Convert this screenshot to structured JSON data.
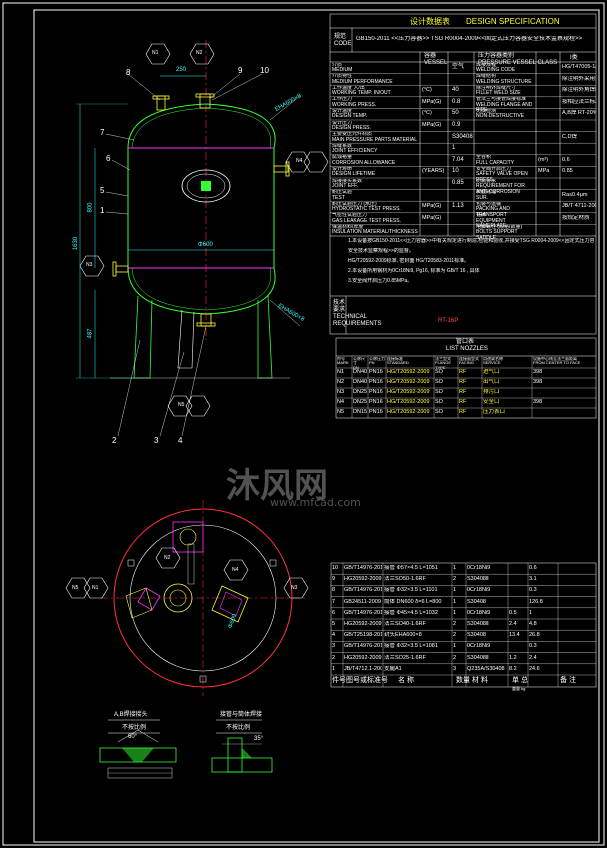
{
  "colors": {
    "background": "#000000",
    "frame": "#ffffff",
    "outline_green": "#33ff33",
    "outline_yellow": "#ffff33",
    "centerline_red": "#ff3333",
    "accent_magenta": "#ff33ff",
    "dim_cyan": "#33ffff"
  },
  "spec": {
    "title_cn": "设计数据表",
    "title_en": "DESIGN SPECIFICATION",
    "code_label": "规范\nCODE",
    "code_value": "GB150-2011 <<压力容器>>    TSG R0004-2009<<固定式压力容器安全技术监察规程>>",
    "col_vessel": "容器\nVESSEL",
    "col_pressure_class": "压力容器类别\nPRESSURE VESSEL CLASS",
    "col_pressure_class_val": "I类",
    "rows": [
      {
        "label": "介质\nMEDIUM",
        "unit": "",
        "value": "空气",
        "label2": "焊接规程\nWELDING CODE",
        "value2": "HG/T47005-1/T4709-2011"
      },
      {
        "label": "介质特性\nMEDIUM PERFORMANCE",
        "unit": "",
        "value": "",
        "label2": "焊缝结构\nWELDING STRUCTURE",
        "value2": "除注明外采用全焊透结构"
      },
      {
        "label": "工作温度 入/出\nWORKING TEMP. IN/OUT",
        "unit": "(°C)",
        "value": "40",
        "label2": "除注明外焊缝尺寸\nFILLET WELD SIZE",
        "value2": "除注明外角焊缝腰高等于两焊件中较薄者之厚度"
      },
      {
        "label": "工作压力\nWORKING PRESS.",
        "unit": "MPa(G)",
        "value": "0.8",
        "label2": "管法兰与接管焊接标准\nWELDING FLANGE AND PIPE",
        "value2": "按相应法兰标准"
      },
      {
        "label": "设计温度\nDESIGN TEMP.",
        "unit": "(°C)",
        "value": "50",
        "label2": "无损检测\nNON-DESTRUCTIVE",
        "value2": "A,B焊 RT-20% 检测技术等级 AB级 合格级别"
      },
      {
        "label": "设计压力\nDESIGN PRESS.",
        "unit": "MPa(G)",
        "value": "0.9",
        "label2": "",
        "value2": ""
      },
      {
        "label": "主要受压元件材质\nMAIN PRESSURE PARTS MATERIAL",
        "unit": "",
        "value": "S30408",
        "label2": "",
        "value2": "C,D焊"
      },
      {
        "label": "焊缝系数\nJOINT EFFICIENCY",
        "unit": "",
        "value": "1",
        "label2": "",
        "value2": ""
      },
      {
        "label": "腐蚀裕量\nCORROSION ALLOWANCE",
        "unit": "",
        "value": "7.04",
        "label2": "全容积\nFULL CAPACITY",
        "unit2": "(m³)",
        "value2": "0.6"
      },
      {
        "label": "设计寿命\nDESIGN LIFETIME",
        "unit": "(YEARS)",
        "value": "10",
        "label2": "安全阀开启压力\nSAFETY VALVE OPEN PRESS.",
        "unit2": "MPa",
        "value2": "0.85"
      },
      {
        "label": "焊接接头系数\nJOINT EFF.",
        "unit": "",
        "value": "0.85",
        "label2": "防腐要求\nREQUIREMENT FOR ANTI-CORROSION",
        "value2": ""
      },
      {
        "label": "耐压试验\nTEST",
        "unit": "",
        "value": "",
        "label2": "表面处理\nSUR.",
        "value2": "Ra≤0.4μm"
      },
      {
        "label": "耐压试验压力 (水压)\nHYDROSTATIC TEST PRESS.",
        "unit": "MPa(G)",
        "value": "1.13",
        "label2": "包装与运输\nPACKING AND TRANSPORT",
        "value2": "JB/T 4711-2003"
      },
      {
        "label": "气密性试验压力\nGAS LEAKAGE TEST PRESS.",
        "unit": "MPa(G)",
        "value": "",
        "label2": "铭牌\nEQUIPMENT NAMEPLATE",
        "value2": "按规定材质"
      },
      {
        "label": "保温材料/厚度\nINSULATION MATERIAL/THICKNESS",
        "unit": "",
        "value": "",
        "label2": "地脚螺栓 (规格/数量)\nBOLTS SUPPORT SADDLE",
        "value2": ""
      }
    ],
    "notes": [
      "1.本设备按GB150-2011<<压力容器>>中有关规定进行制造,检验和验收,并接受TSG R0004-2009<<固定式压力容器",
      "  安全技术监察规程>>的监督。",
      "  HG/T20592-2009标准, 密封面 HG/T20583-2011标准。",
      "2.本设备所用钢材为0Cr18Ni9, Pg16, 标准为 GB/T 16 , 具体",
      "3.安全阀开启压力0.85MPa。"
    ],
    "notes_label": "技术要求\nTECHNICAL REQUIREMENTS",
    "note_red": "RT-16P"
  },
  "nozzles": {
    "title": "管口表",
    "title_en": "LIST NOZZLES",
    "headers": [
      "符号\nMARK",
      "公称尺寸\nDN",
      "公称压力\nPN",
      "连接标准\nSTANDARD",
      "法兰型式\nFLANGE TYPE",
      "连接面型式\nFACING",
      "用途或名称\nSERVICE",
      "设备中心线至法兰面距离\nFROM CENTER TO FACE"
    ],
    "rows": [
      [
        "N1",
        "DN40",
        "PN16",
        "HG/T20592-2009",
        "SO",
        "RF",
        "进气口",
        "398"
      ],
      [
        "N2",
        "DN40",
        "PN16",
        "HG/T20592-2009",
        "SO",
        "RF",
        "出气口",
        "398"
      ],
      [
        "N3",
        "DN25",
        "PN16",
        "HG/T20592-2009",
        "SO",
        "RF",
        "排污口",
        ""
      ],
      [
        "N4",
        "DN25",
        "PN16",
        "HG/T20592-2009",
        "SO",
        "RF",
        "安全口",
        "398"
      ],
      [
        "N5",
        "DN15",
        "PN16",
        "HG/T20592-2009",
        "SO",
        "RF",
        "压力表口",
        ""
      ]
    ]
  },
  "bom": {
    "rows": [
      [
        "10",
        "GB/T14976-2012",
        "接管 Φ57×4.5  L=1051",
        "1",
        "0Cr18Ni9",
        "",
        "0.6"
      ],
      [
        "9",
        "HG20592-2009",
        "法兰SO50-1.6RF",
        "2",
        "S30408Ⅱ",
        "",
        "3.1"
      ],
      [
        "8",
        "GB/T14976-2012",
        "接管 Φ32×3.5  L=1101",
        "1",
        "0Cr18Ni9",
        "",
        "0.3"
      ],
      [
        "7",
        "GB24511-2009",
        "筒体 DN600 δ=6  L=800",
        "1",
        "S30408",
        "",
        "126.8"
      ],
      [
        "6",
        "GB/T14976-2012",
        "接管 Φ45×4.5  L=1032",
        "1",
        "0Cr18Ni9",
        "0.5",
        "1"
      ],
      [
        "5",
        "HG20592-2009",
        "法兰SO40-1.6RF",
        "2",
        "S30408Ⅱ",
        "2.4",
        "4.8"
      ],
      [
        "4",
        "GB/T25198-2010",
        "封头EHA600×8",
        "2",
        "S30408",
        "13.4",
        "26.8"
      ],
      [
        "3",
        "GB/T14976-2012",
        "接管 Φ32×3.5  L=1081",
        "1",
        "0Cr18Ni9",
        "",
        "0.3"
      ],
      [
        "2",
        "HG20592-2009",
        "法兰SO25-1.6RF",
        "2",
        "S30408Ⅱ",
        "1.2",
        "2.4"
      ],
      [
        "1",
        "JB/T4712.1-2007",
        "支腿A1",
        "3",
        "Q235A/S30408",
        "8.2",
        "24.6"
      ]
    ],
    "header": [
      "件号",
      "图号或标准号",
      "名 称",
      "数量",
      "材 料",
      "单 总",
      "备 注"
    ],
    "header_sub": "重量 kg"
  },
  "elevation": {
    "part_labels": [
      "8",
      "9",
      "10",
      "7",
      "6",
      "5",
      "1",
      "2",
      "3",
      "4"
    ],
    "nozzle_tags": [
      "N1",
      "N2",
      "N4",
      "N3",
      "N5"
    ],
    "dims": {
      "width_top": "250",
      "width_mid": "Φ600",
      "height_total": "1630",
      "height_shell": "800",
      "height_leg": "487",
      "head_top": "EHA600×8",
      "head_bottom": "EHA600×8"
    }
  },
  "details": {
    "left_title": "A,B焊接接头",
    "left_sub": "不按比例",
    "right_title": "接管与筒体焊接",
    "right_sub": "不按比例",
    "angle_left": "60°",
    "angle_right": "35°"
  },
  "plan": {
    "dim_label": "Φ600",
    "tags": [
      "N5",
      "N1",
      "N2",
      "N4",
      "N3"
    ]
  },
  "watermark": {
    "text": "沐风网",
    "url": "www.mfcad.com"
  }
}
